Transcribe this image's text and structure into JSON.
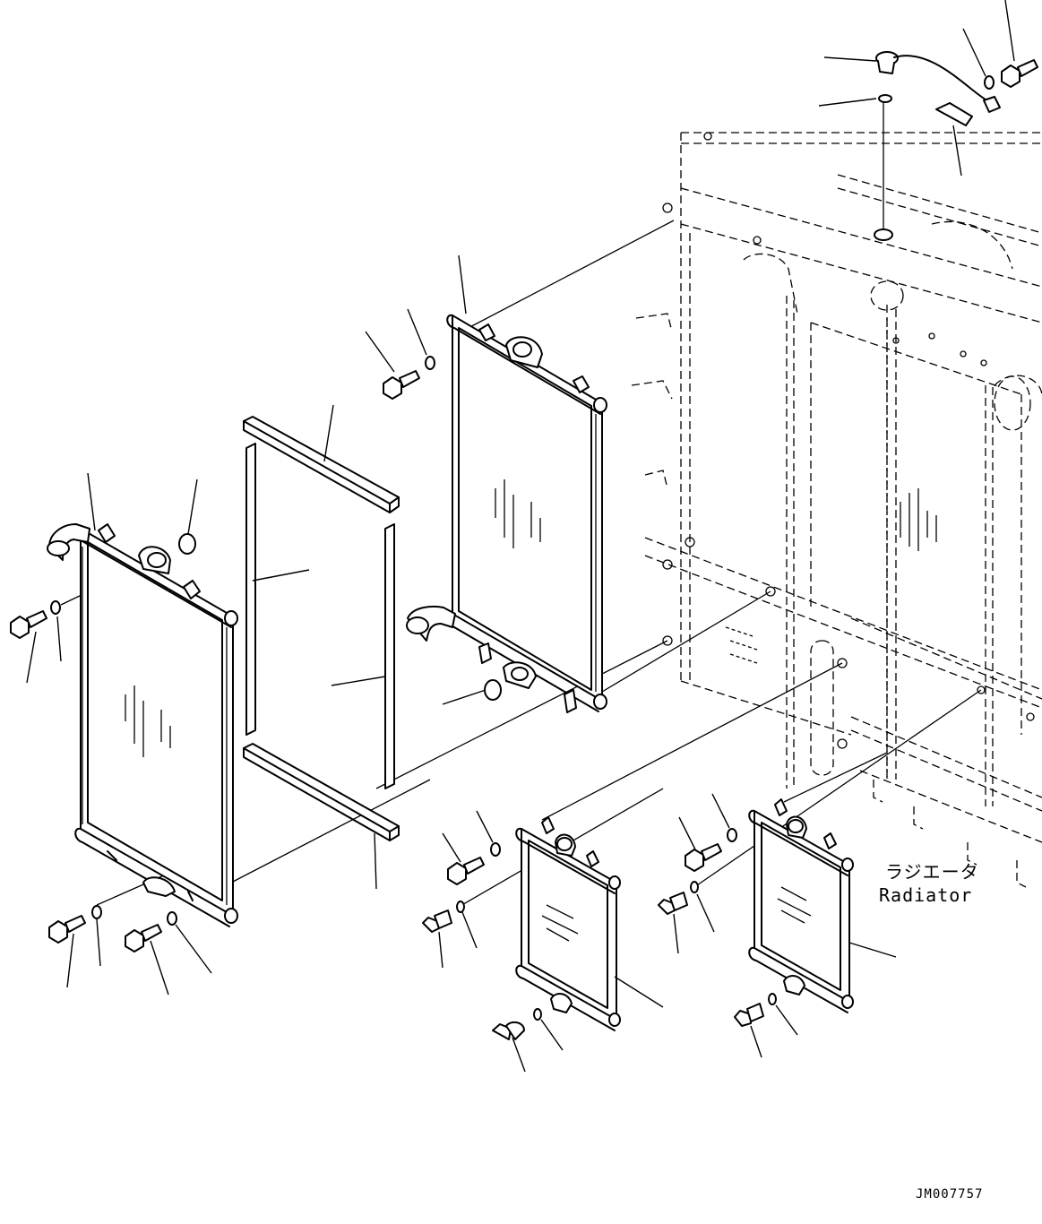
{
  "labels": {
    "radiator_jp": "ラジエータ",
    "radiator_en": "Radiator",
    "drawing_id": "JM007757"
  },
  "icons": [
    "bolt-icon",
    "washer-icon",
    "o-ring-icon",
    "sensor-icon",
    "drain-valve-icon"
  ],
  "colors": {
    "line": "#000000",
    "background": "#ffffff"
  }
}
